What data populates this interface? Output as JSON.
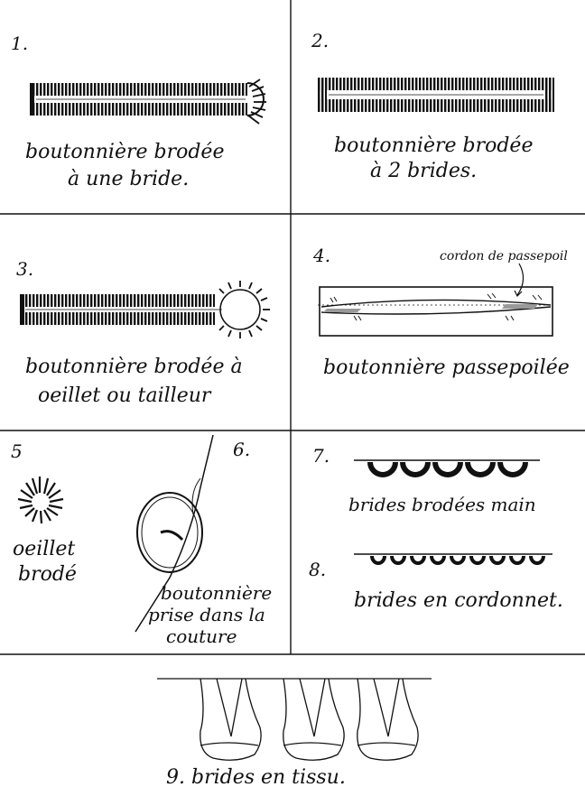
{
  "panels": {
    "p1": {
      "number": "1.",
      "caption_line1": "boutonnière brodée",
      "caption_line2": "à une bride."
    },
    "p2": {
      "number": "2.",
      "caption_line1": "boutonnière brodée",
      "caption_line2": "à 2 brides."
    },
    "p3": {
      "number": "3.",
      "caption_line1": "boutonnière brodée à",
      "caption_line2": "oeillet ou tailleur"
    },
    "p4": {
      "number": "4.",
      "annotation": "cordon de passepoil",
      "caption": "boutonnière passepoilée"
    },
    "p5": {
      "number": "5",
      "caption_line1": "oeillet",
      "caption_line2": "brodé"
    },
    "p6": {
      "number": "6.",
      "caption_line1": "boutonnière",
      "caption_line2": "prise dans la",
      "caption_line3": "couture"
    },
    "p7": {
      "number": "7.",
      "caption": "brides brodées main"
    },
    "p8": {
      "number": "8.",
      "caption": "brides en cordonnet."
    },
    "p9": {
      "caption": "9. brides en tissu."
    }
  }
}
